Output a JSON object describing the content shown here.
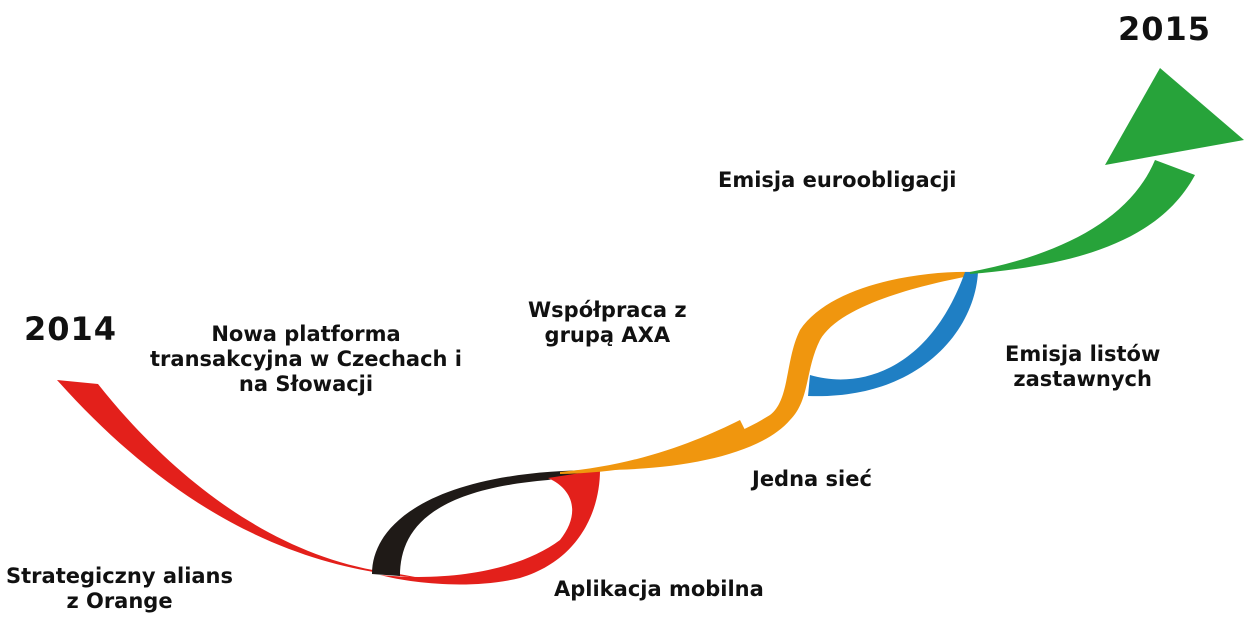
{
  "timeline": {
    "start_year": "2014",
    "end_year": "2015",
    "milestones": [
      {
        "id": "strategic-alliance",
        "lines": [
          "Strategiczny alians",
          "z Orange"
        ]
      },
      {
        "id": "transaction-platform",
        "lines": [
          "Nowa platforma",
          "transakcyjna w Czechach i",
          "na Słowacji"
        ]
      },
      {
        "id": "mobile-app",
        "lines": [
          "Aplikacja mobilna"
        ]
      },
      {
        "id": "axa-cooperation",
        "lines": [
          "Współpraca z",
          "grupą AXA"
        ]
      },
      {
        "id": "one-network",
        "lines": [
          "Jedna sieć"
        ]
      },
      {
        "id": "eurobonds",
        "lines": [
          "Emisja euroobligacji"
        ]
      },
      {
        "id": "covered-bonds",
        "lines": [
          "Emisja listów",
          "zastawnych"
        ]
      }
    ]
  },
  "colors": {
    "red": "#e3201b",
    "black": "#1f1a17",
    "orange": "#f0960e",
    "blue": "#1f7fc4",
    "green": "#27a33a"
  }
}
